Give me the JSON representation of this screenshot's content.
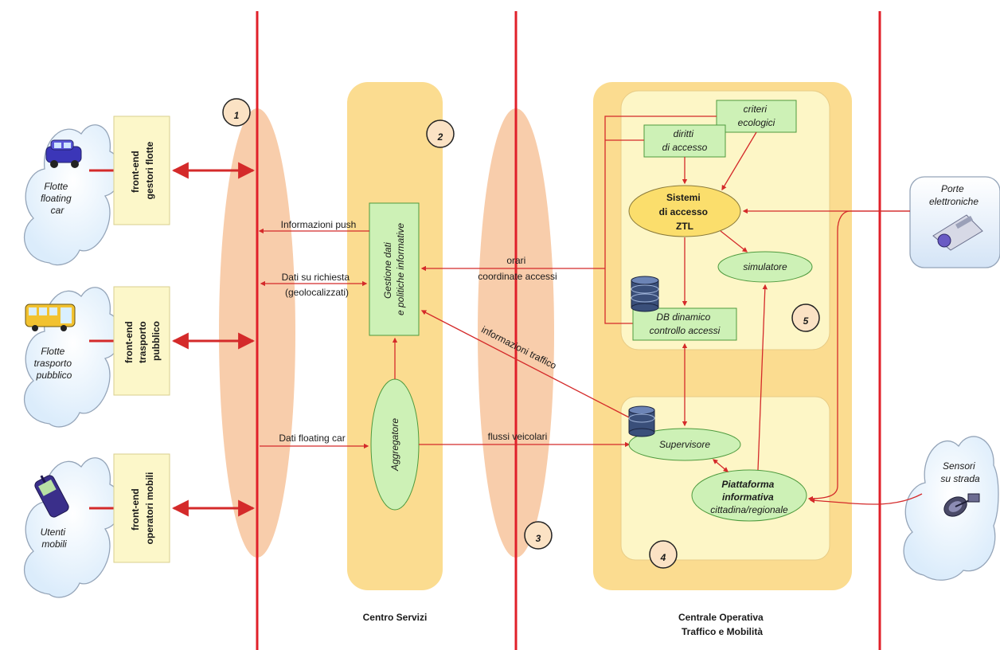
{
  "actors": {
    "floating_car": [
      "Flotte",
      "floating",
      "car"
    ],
    "public_transport": [
      "Flotte",
      "trasporto",
      "pubblico"
    ],
    "mobile_users": [
      "Utenti",
      "mobili"
    ],
    "electronic_gates": [
      "Porte",
      "elettroniche"
    ],
    "road_sensors": [
      "Sensori",
      "su strada"
    ]
  },
  "frontends": {
    "fleet_managers": [
      "front-end",
      "gestori flotte"
    ],
    "public_transport": [
      "front-end",
      "trasporto",
      "pubblico"
    ],
    "mobile_operators": [
      "front-end",
      "operatori mobili"
    ]
  },
  "zones": {
    "service_center": "Centro Servizi",
    "operations_center": [
      "Centrale Operativa",
      "Traffico e Mobilità"
    ]
  },
  "markers": [
    "1",
    "2",
    "3",
    "4",
    "5"
  ],
  "nodes": {
    "data_management": [
      "Gestione dati",
      "e politiche informative"
    ],
    "aggregator": "Aggregatore",
    "environmental_criteria": [
      "criteri",
      "ecologici"
    ],
    "access_rights": [
      "diritti",
      "di accesso"
    ],
    "access_systems": [
      "Sistemi",
      "di accesso",
      "ZTL"
    ],
    "simulator": "simulatore",
    "dynamic_db": [
      "DB dinamico",
      "controllo accessi"
    ],
    "supervisor": "Supervisore",
    "info_platform": [
      "Piattaforma",
      "informativa",
      "cittadina/regionale"
    ]
  },
  "flows": {
    "push_info": "Informazioni push",
    "on_demand": [
      "Dati su richiesta",
      "(geolocalizzati)"
    ],
    "floating_car_data": "Dati floating car",
    "schedules": [
      "orari",
      "coordinate accessi"
    ],
    "traffic_info": "informazioni traffico",
    "vehicle_flows": "flussi veicolari"
  },
  "colors": {
    "boundary": "#e0202a",
    "arrow": "#d42a2a",
    "lens": "#f8caa6",
    "panel": "#fbdc90",
    "inner_panel": "#fdf6c6",
    "node_fill": "#cdf1b6",
    "node_stroke": "#4e9a3e",
    "frontend_fill": "#fcf7c9",
    "cloud_fill": "#eef7fe",
    "cloud_stroke": "#95a5b9",
    "yellow_node": "#fbde6c"
  }
}
